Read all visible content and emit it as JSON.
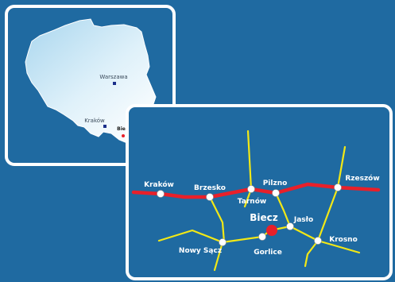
{
  "poland_map": {
    "cities": [
      {
        "id": "warszawa",
        "label": "Warszawa",
        "marker_color": "#1b2f8a"
      },
      {
        "id": "krakow",
        "label": "Kraków",
        "marker_color": "#1b2f8a"
      },
      {
        "id": "biecz",
        "label": "Biecz",
        "marker_color": "#e8202a"
      }
    ]
  },
  "road_map": {
    "major_road_color": "#e8202a",
    "minor_road_color": "#f2e816",
    "towns": [
      {
        "id": "krakow",
        "label": "Kraków"
      },
      {
        "id": "brzesko",
        "label": "Brzesko"
      },
      {
        "id": "tarnow",
        "label": "Tarnów"
      },
      {
        "id": "pilzno",
        "label": "Pilzno"
      },
      {
        "id": "rzeszow",
        "label": "Rzeszów"
      },
      {
        "id": "biecz",
        "label": "Biecz"
      },
      {
        "id": "jaslo",
        "label": "Jasło"
      },
      {
        "id": "krosno",
        "label": "Krosno"
      },
      {
        "id": "nowy-sacz",
        "label": "Nowy Sącz"
      },
      {
        "id": "gorlice",
        "label": "Gorlice"
      }
    ]
  }
}
